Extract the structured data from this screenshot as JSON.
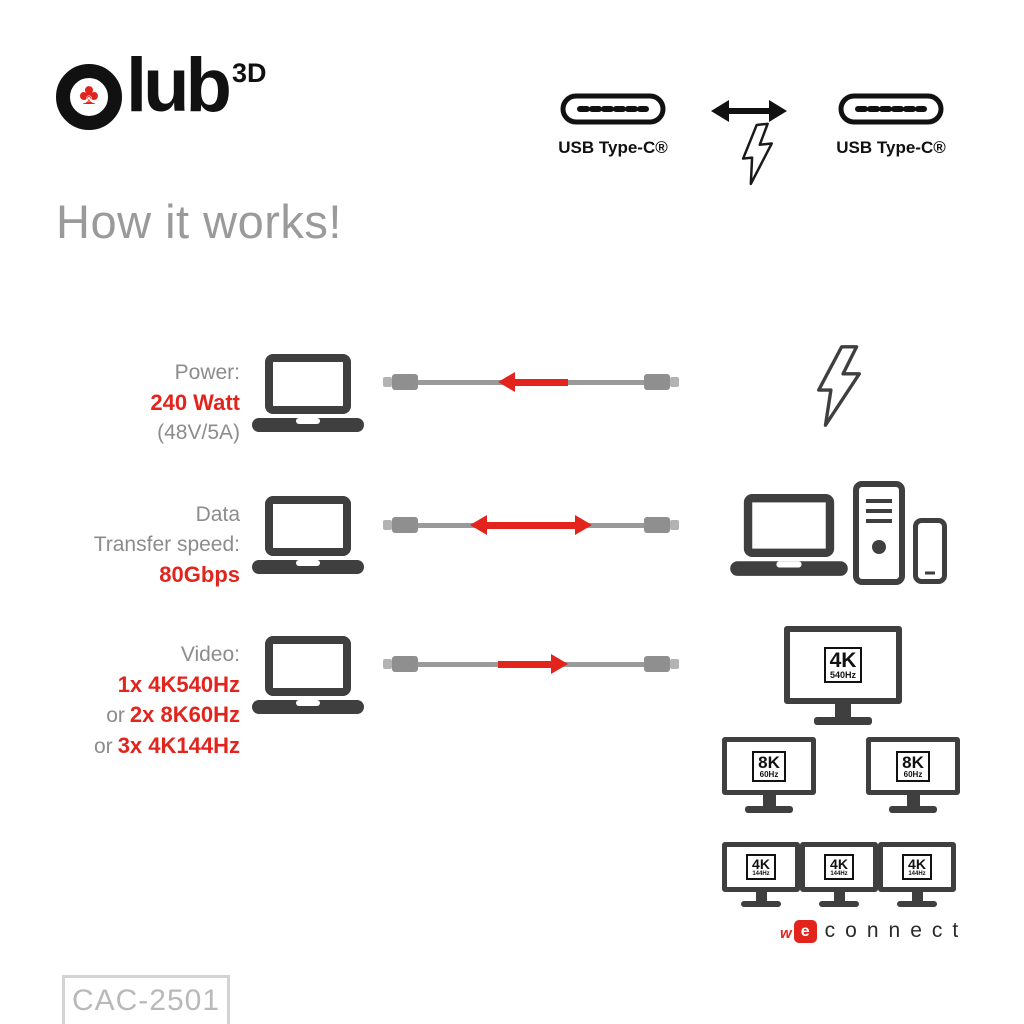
{
  "logo": {
    "club_symbol": "♣",
    "reg": "®",
    "text": "lub",
    "sup": "3D"
  },
  "top": {
    "left_port_label": "USB Type-C®",
    "right_port_label": "USB Type-C®"
  },
  "title": "How it works!",
  "power": {
    "label1": "Power:",
    "value": "240 Watt",
    "label2": "(48V/5A)"
  },
  "data_row": {
    "label1": "Data",
    "label2": "Transfer speed:",
    "value": "80Gbps"
  },
  "video": {
    "label1": "Video:",
    "value1": "1x 4K540Hz",
    "or2": "or",
    "value2": "2x 8K60Hz",
    "or3": "or",
    "value3": "3x 4K144Hz"
  },
  "badges": {
    "k4_540": {
      "top": "4K",
      "bottom": "540Hz"
    },
    "k8_60": {
      "top": "8K",
      "bottom": "60Hz"
    },
    "k4_144": {
      "top": "4K",
      "bottom": "144Hz"
    }
  },
  "weconnect": {
    "w": "w",
    "e": "e",
    "rest": "connect"
  },
  "product_code": "CAC-2501",
  "colors": {
    "accent_red": "#e2241d",
    "text_gray": "#8c8c8c",
    "icon_dark": "#3f3f3f",
    "cable_gray": "#9a9a9a"
  }
}
